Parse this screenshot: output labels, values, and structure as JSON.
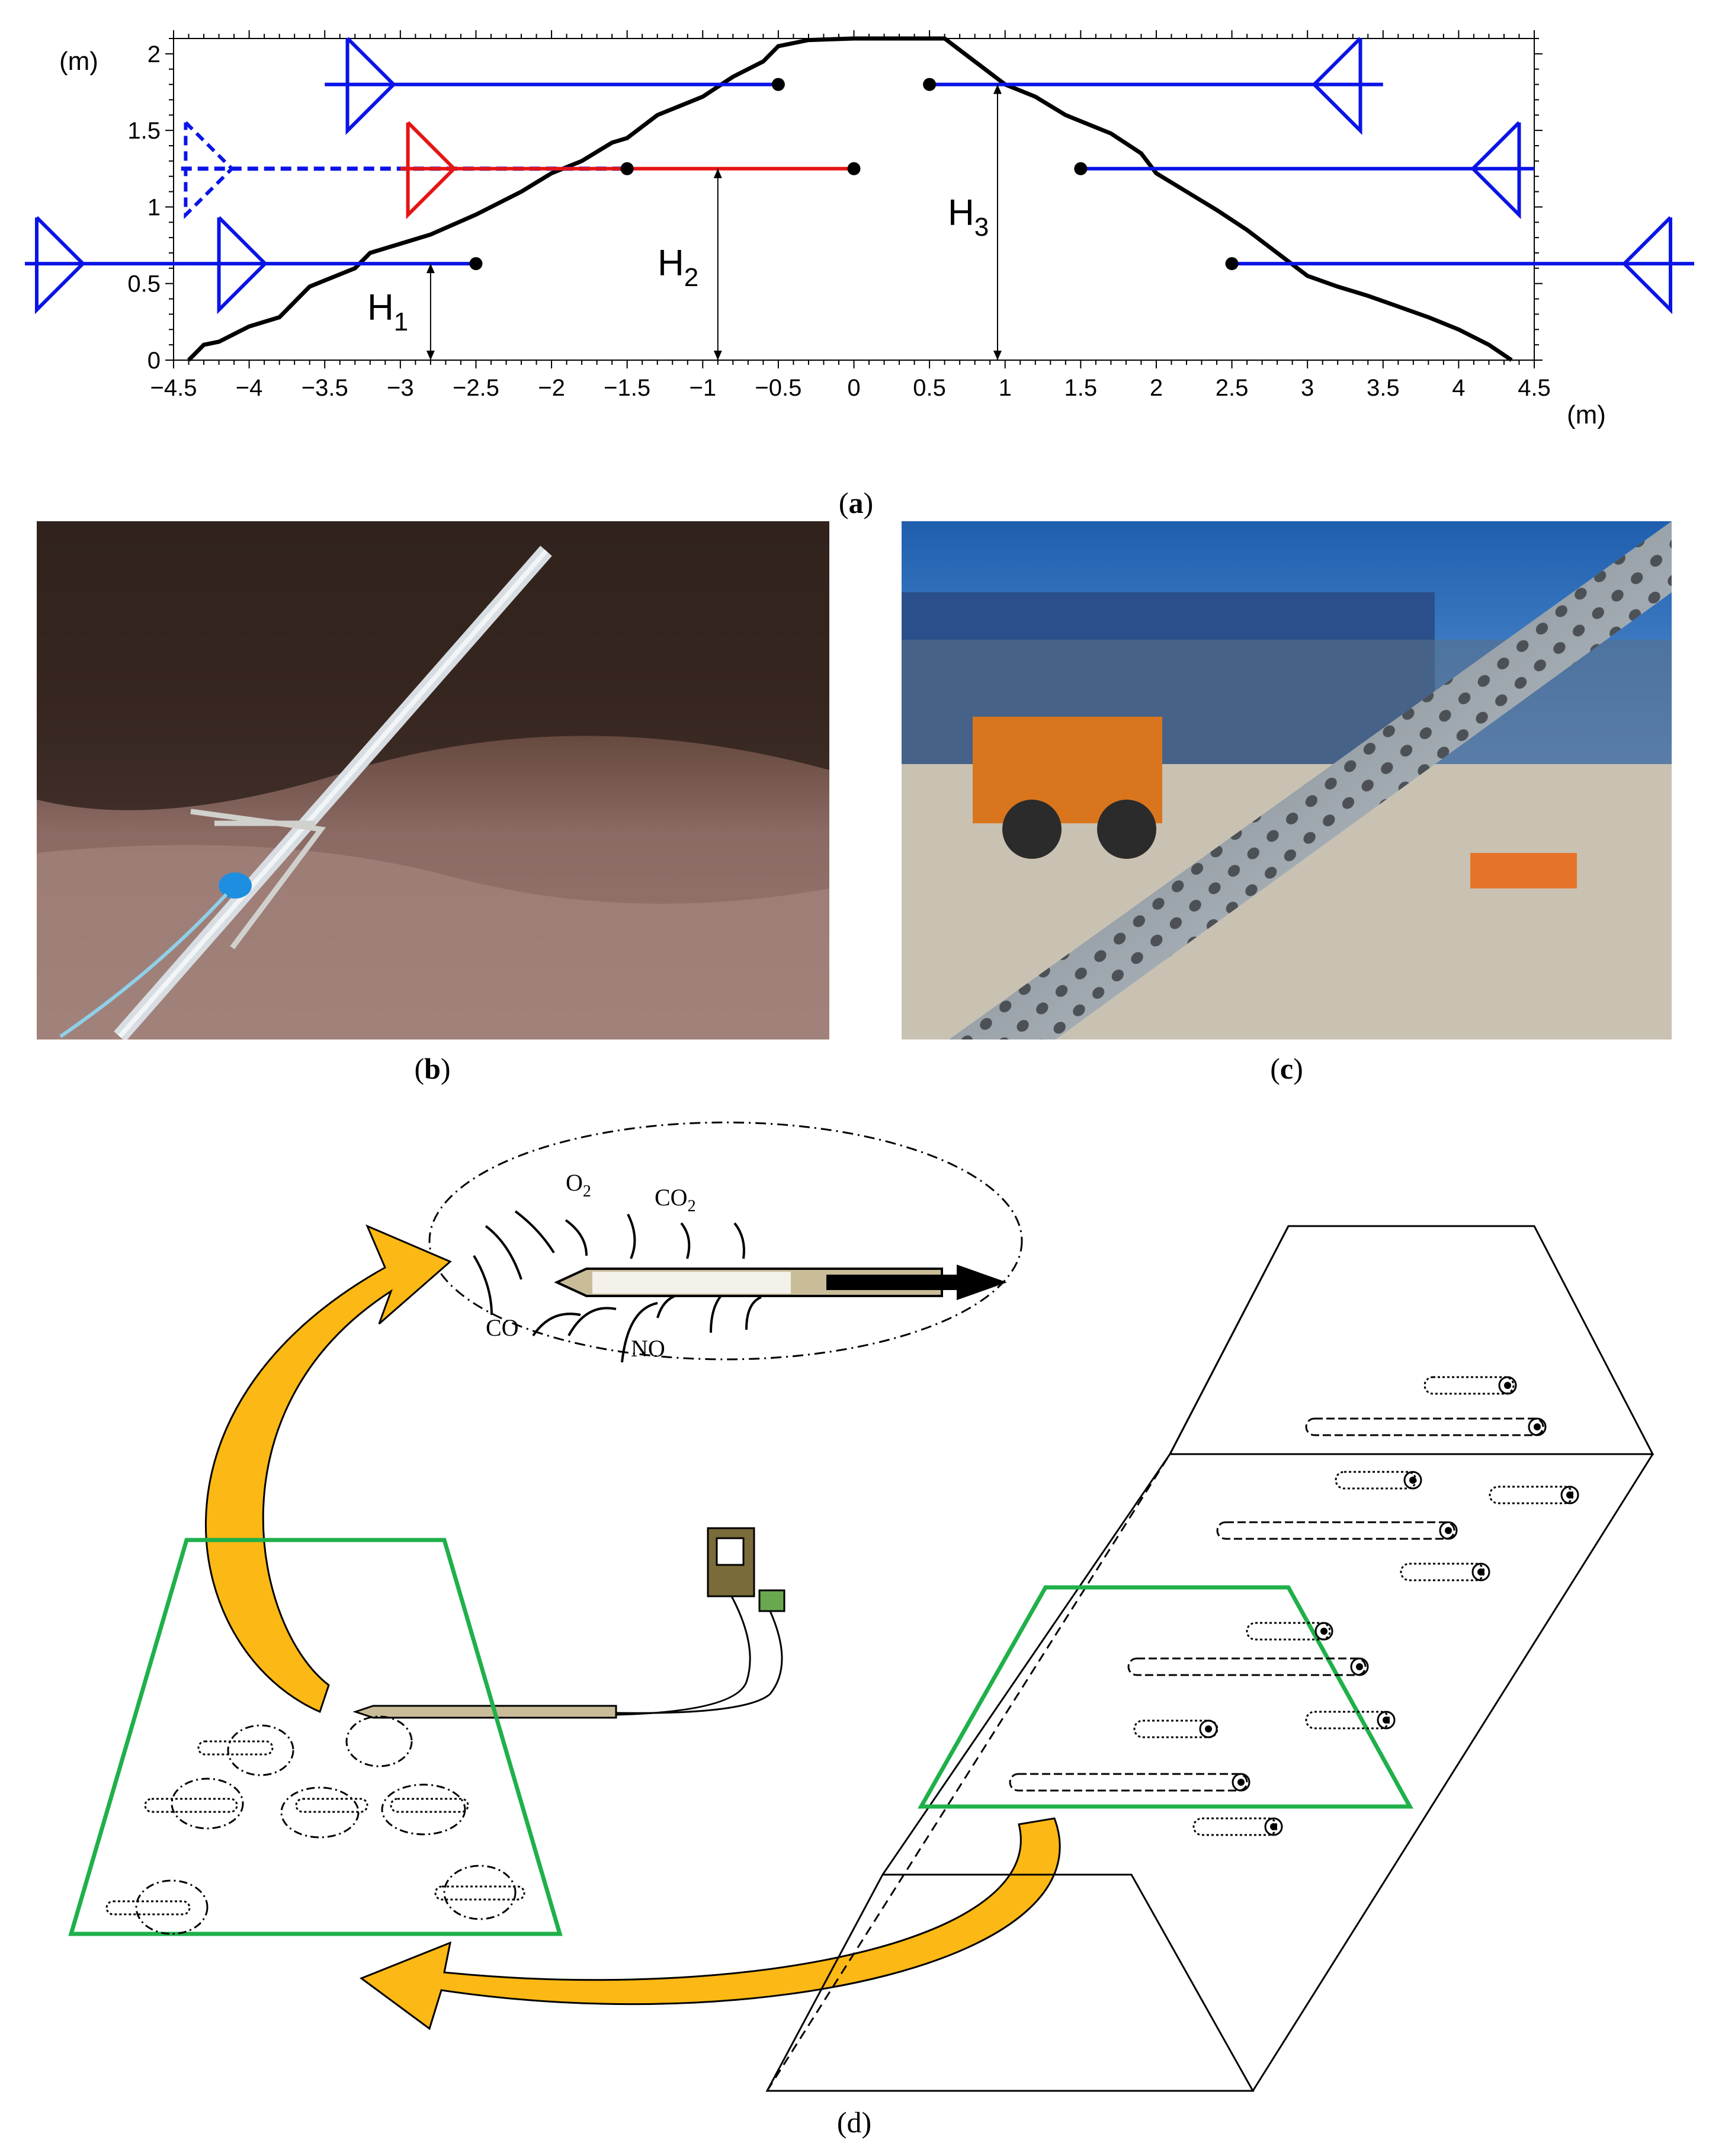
{
  "panel_a": {
    "caption": "a",
    "y_unit": "(m)",
    "x_unit": "(m)",
    "y_ticks": [
      "0",
      "0.5",
      "1",
      "1.5",
      "2"
    ],
    "x_ticks": [
      "−4.5",
      "−4",
      "−3.5",
      "−3",
      "−2.5",
      "−2",
      "−1.5",
      "−1",
      "−0.5",
      "0",
      "0.5",
      "1",
      "1.5",
      "2",
      "2.5",
      "3",
      "3.5",
      "4",
      "4.5"
    ],
    "heights": [
      {
        "label": "H",
        "sub": "1"
      },
      {
        "label": "H",
        "sub": "2"
      },
      {
        "label": "H",
        "sub": "3"
      }
    ],
    "colors": {
      "probe": "#0a14e6",
      "active_probe": "#e61414",
      "pile": "#000000"
    }
  },
  "chart_data": {
    "type": "line",
    "xlabel": "(m)",
    "ylabel": "(m)",
    "xlim": [
      -4.5,
      4.5
    ],
    "ylim": [
      0,
      2.1
    ],
    "series": [
      {
        "x": [
          -4.4,
          -4.3,
          -4.2,
          -4.0,
          -3.8,
          -3.7,
          -3.6,
          -3.5,
          -3.3,
          -3.2,
          -3.0,
          -2.8,
          -2.5,
          -2.2,
          -2.0,
          -1.8,
          -1.6,
          -1.5,
          -1.3,
          -1.0,
          -0.8,
          -0.6,
          -0.5,
          -0.3,
          0.0,
          0.3,
          0.6,
          0.8,
          1.0,
          1.2,
          1.4,
          1.6,
          1.7,
          1.9,
          2.0,
          2.2,
          2.4,
          2.6,
          2.8,
          3.0,
          3.2,
          3.4,
          3.6,
          3.8,
          4.0,
          4.2,
          4.35
        ],
        "y": [
          0.0,
          0.1,
          0.12,
          0.22,
          0.28,
          0.38,
          0.48,
          0.52,
          0.6,
          0.7,
          0.76,
          0.82,
          0.95,
          1.1,
          1.22,
          1.3,
          1.42,
          1.45,
          1.6,
          1.72,
          1.85,
          1.95,
          2.05,
          2.09,
          2.1,
          2.1,
          2.1,
          1.95,
          1.8,
          1.72,
          1.6,
          1.52,
          1.48,
          1.35,
          1.22,
          1.1,
          0.98,
          0.85,
          0.7,
          0.55,
          0.48,
          0.42,
          0.35,
          0.28,
          0.2,
          0.1,
          0.0
        ]
      },
      {
        "x": [
          -4.4,
          -2.5
        ],
        "y": [
          0.63,
          0.63
        ]
      },
      {
        "x": [
          -3.5,
          -0.5
        ],
        "y": [
          1.8,
          1.8
        ]
      },
      {
        "x": [
          -3.0,
          -1.5
        ],
        "y": [
          1.25,
          1.25
        ]
      },
      {
        "x": [
          -1.5,
          0.0
        ],
        "y": [
          1.25,
          1.25
        ]
      },
      {
        "x": [
          0.5,
          3.5
        ],
        "y": [
          1.8,
          1.8
        ]
      },
      {
        "x": [
          1.5,
          4.5
        ],
        "y": [
          1.25,
          1.25
        ]
      },
      {
        "x": [
          2.5,
          4.5
        ],
        "y": [
          0.63,
          0.63
        ]
      }
    ],
    "annotations": [
      "H1",
      "H2",
      "H3"
    ]
  },
  "panel_b": {
    "caption": "b"
  },
  "panel_c": {
    "caption": "c"
  },
  "panel_d": {
    "caption": "(d)",
    "gases": {
      "o2": "O",
      "o2_sub": "2",
      "co2": "CO",
      "co2_sub": "2",
      "co": "CO",
      "no": "NO"
    },
    "colors": {
      "arrow": "#fcb814",
      "frame": "#1fb04a",
      "meter": "#7a6b3a",
      "probe": "#c9bc98"
    }
  }
}
